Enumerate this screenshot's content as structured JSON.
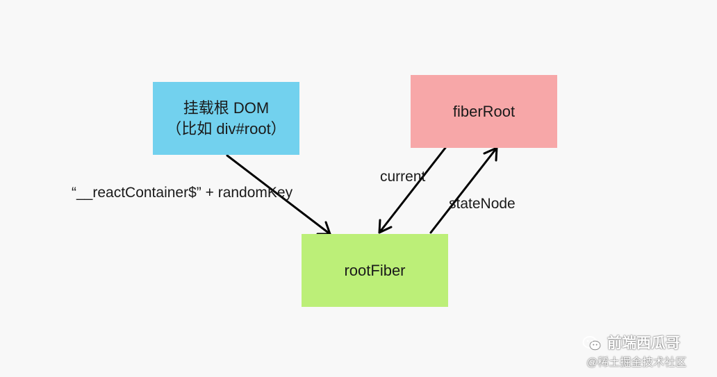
{
  "nodes": {
    "mount_dom": {
      "line1": "挂载根 DOM",
      "line2": "（比如 div#root）"
    },
    "fiber_root": {
      "label": "fiberRoot"
    },
    "root_fiber": {
      "label": "rootFiber"
    }
  },
  "edges": {
    "container_key": "“__reactContainer$” + randomKey",
    "current": "current",
    "state_node": "stateNode"
  },
  "colors": {
    "mount_dom": "#72d1ee",
    "fiber_root": "#f7a7a8",
    "root_fiber": "#bcef78",
    "background": "#f8f8f8",
    "arrow": "#000000"
  },
  "watermark": {
    "line1": "前端西瓜哥",
    "line2": "@稀土掘金技术社区",
    "icon": "wechat-icon"
  }
}
